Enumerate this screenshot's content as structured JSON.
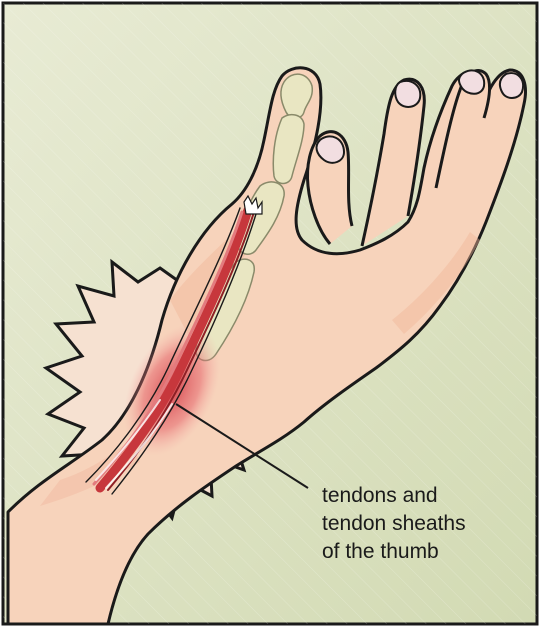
{
  "callout": {
    "lines": [
      "tendons and",
      "tendon sheaths",
      "of the thumb"
    ]
  },
  "colors": {
    "background": "#dfe5c6",
    "skin": "#f7d3bb",
    "skin_shadow": "#f0b59a",
    "bone": "#e9e6c2",
    "tendon_inflamed": "#c7373c",
    "outline": "#1a1a1a"
  },
  "icons": {
    "pain_burst": "starburst-icon"
  }
}
